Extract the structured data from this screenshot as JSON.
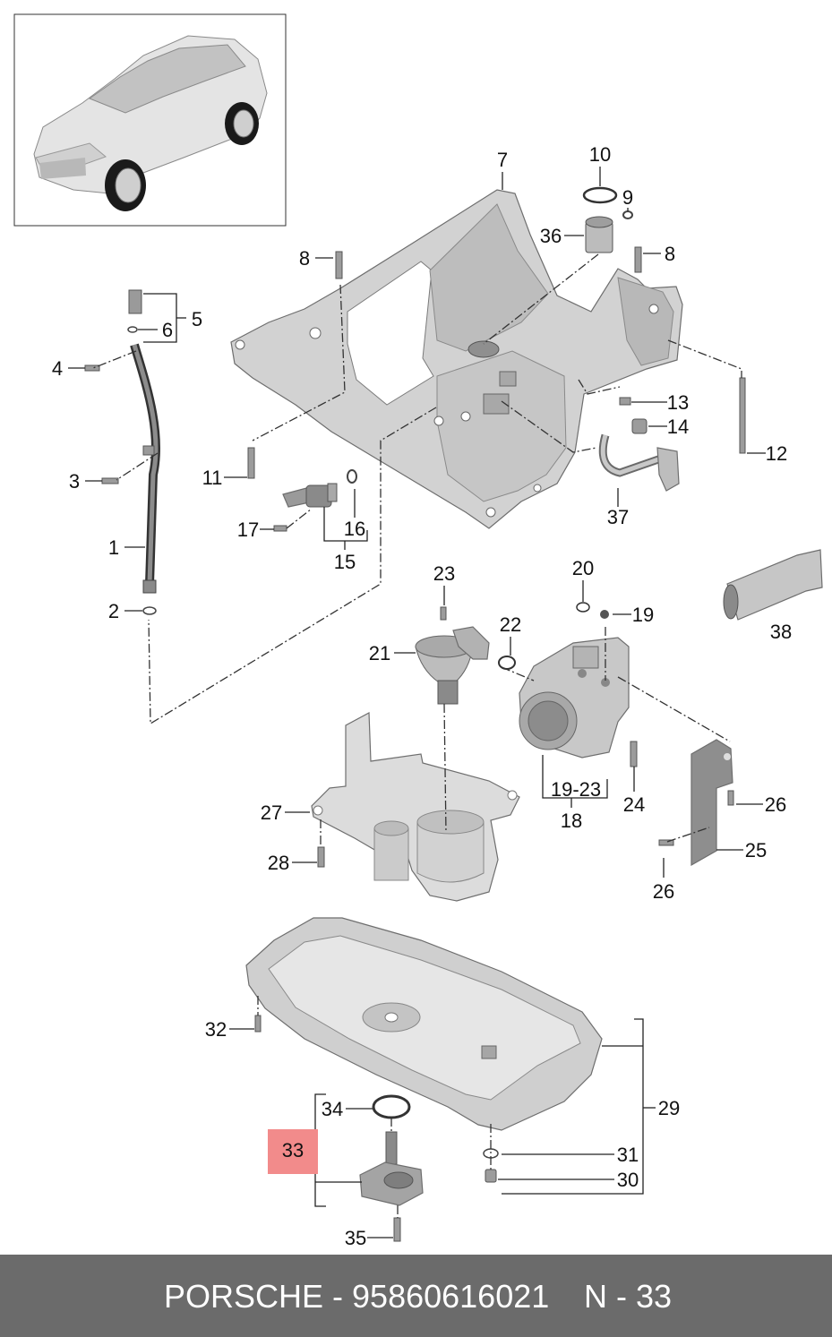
{
  "diagram": {
    "callouts": [
      "7",
      "10",
      "9",
      "36",
      "8",
      "8",
      "5",
      "6",
      "4",
      "13",
      "14",
      "12",
      "3",
      "11",
      "37",
      "17",
      "16",
      "15",
      "1",
      "2",
      "23",
      "20",
      "19",
      "22",
      "38",
      "21",
      "19-23",
      "18",
      "24",
      "26",
      "25",
      "26",
      "27",
      "28",
      "32",
      "29",
      "34",
      "33",
      "31",
      "30",
      "35"
    ]
  },
  "banner": {
    "manufacturer_part": "PORSCHE - 95860616021",
    "page": "N - 33"
  },
  "colors": {
    "highlight": "#f28b8b",
    "banner_bg": "#6b6b6b"
  }
}
